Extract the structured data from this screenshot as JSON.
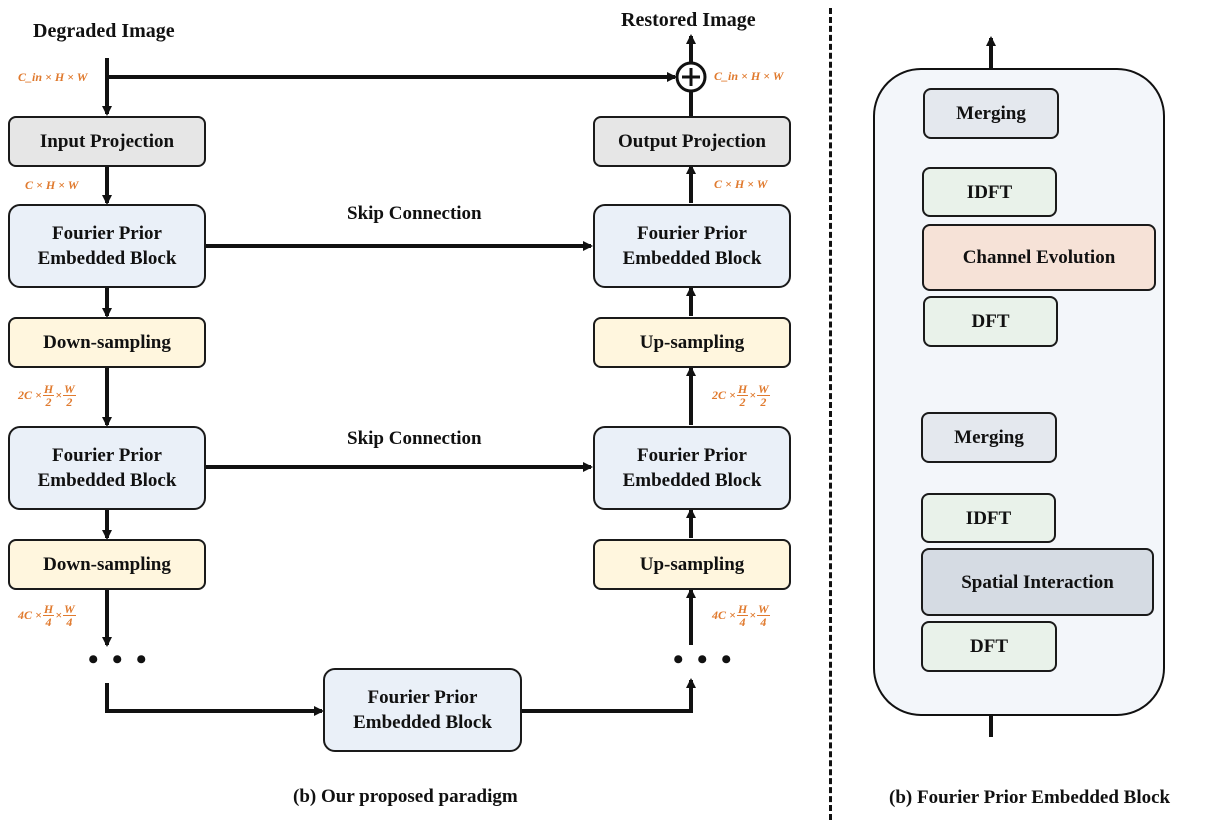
{
  "left": {
    "degraded_image": "Degraded Image",
    "restored_image": "Restored Image",
    "input_projection": "Input Projection",
    "output_projection": "Output Projection",
    "fpeb": "Fourier Prior Embedded Block",
    "fpeb_line1": "Fourier Prior",
    "fpeb_line2": "Embedded Block",
    "down_sampling": "Down-sampling",
    "up_sampling": "Up-sampling",
    "skip_connection": "Skip Connection",
    "caption": "(b) Our proposed paradigm",
    "dims": {
      "cin_hw": "C_in × H × W",
      "c_hw": "C × H × W",
      "c2_prefix": "2C ×",
      "c4_prefix": "4C ×",
      "h2": "H",
      "d2": "2",
      "w2": "W",
      "h4": "H",
      "d4": "4",
      "w4": "W",
      "times": "×"
    },
    "ellipsis": "• • •"
  },
  "right": {
    "merging": "Merging",
    "idft": "IDFT",
    "dft": "DFT",
    "channel_evolution": "Channel Evolution",
    "spatial_interaction": "Spatial Interaction",
    "caption": "(b) Fourier Prior Embedded Block"
  },
  "colors": {
    "gray_box": "#e6e6e6",
    "blue_box": "#eaf0f8",
    "yellow_box": "#fff6de",
    "green_box": "#e9f2ea",
    "peach_box": "#f6e2d7",
    "slate_box": "#d5dbe3",
    "dimension_text": "#e07a2e"
  }
}
